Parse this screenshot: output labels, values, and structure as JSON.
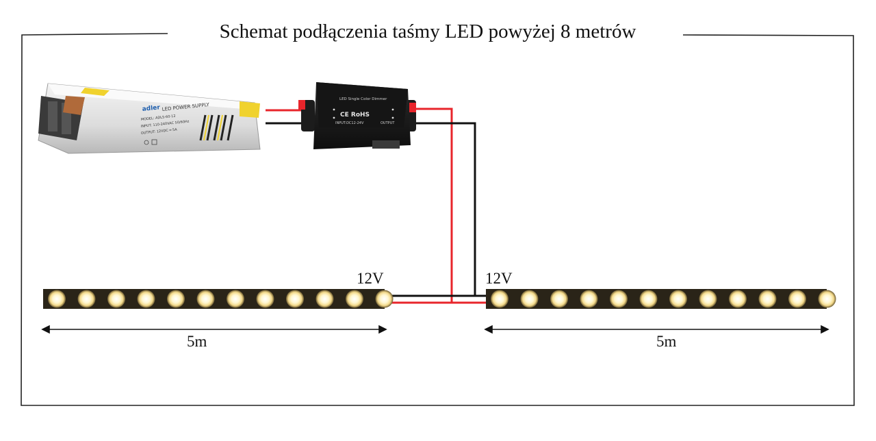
{
  "title": "Schemat podłączenia taśmy LED powyżej 8 metrów",
  "power_supply": {
    "brand": "adler",
    "label": "LED POWER SUPPLY",
    "model": "MODEL: ADLS-60-12",
    "input": "INPUT: 110-240VAC 50/60Hz",
    "output": "OUTPUT: 12VDC ═ 5A"
  },
  "dimmer": {
    "label": "LED Single Color Dimmer",
    "marks": "CE RoHS",
    "input": "INPUT:DC12-24V",
    "output_label": "OUTPUT"
  },
  "strips": [
    {
      "voltage": "12V",
      "length": "5m",
      "leds": 12
    },
    {
      "voltage": "12V",
      "length": "5m",
      "leds": 12
    }
  ],
  "colors": {
    "wire_positive": "#e8252b",
    "wire_negative": "#111111",
    "led_glow": "#fff6c8",
    "strip_base": "#2a2418",
    "frame": "#222222"
  }
}
